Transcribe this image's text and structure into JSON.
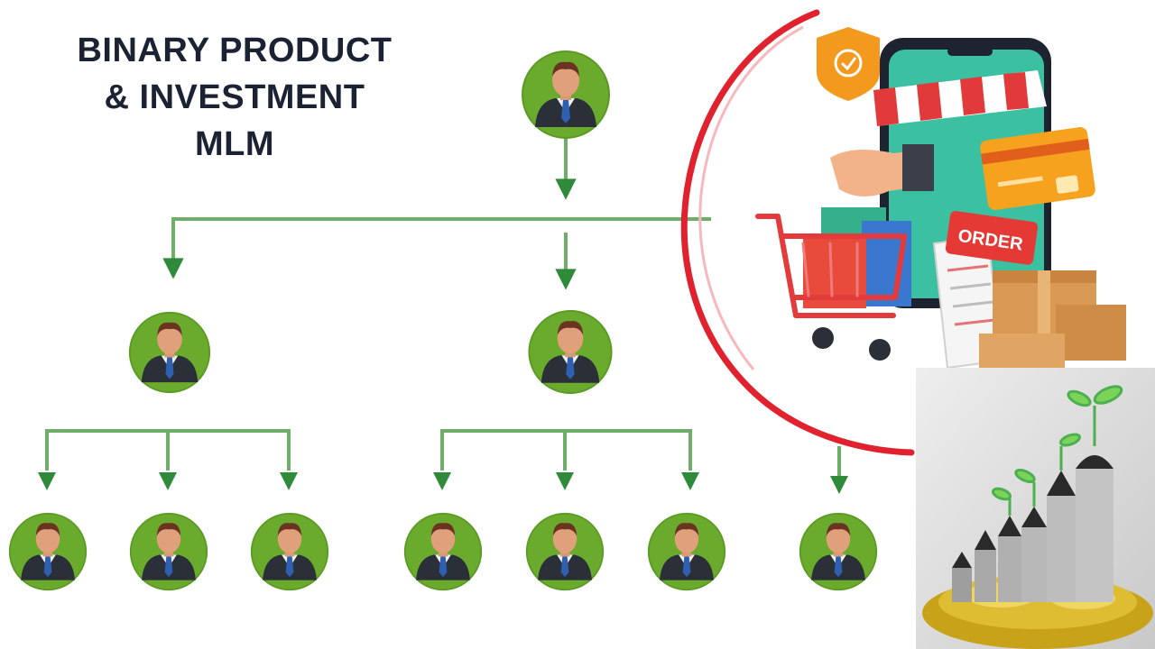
{
  "title": {
    "line1": "BINARY PRODUCT",
    "line2": "& INVESTMENT",
    "line3": "MLM"
  },
  "illustration": {
    "order_label": "ORDER"
  },
  "tree": {
    "root": "member",
    "level1": [
      "member",
      "member"
    ],
    "level2": [
      "member",
      "member",
      "member",
      "member",
      "member",
      "member",
      "member"
    ]
  },
  "colors": {
    "node_green": "#6aab2e",
    "connector_green": "#4f9a4a",
    "arrow_green": "#2f8a3a",
    "title_text": "#1b2233",
    "accent_red": "#e0212e",
    "shield_orange": "#f39a1e"
  }
}
